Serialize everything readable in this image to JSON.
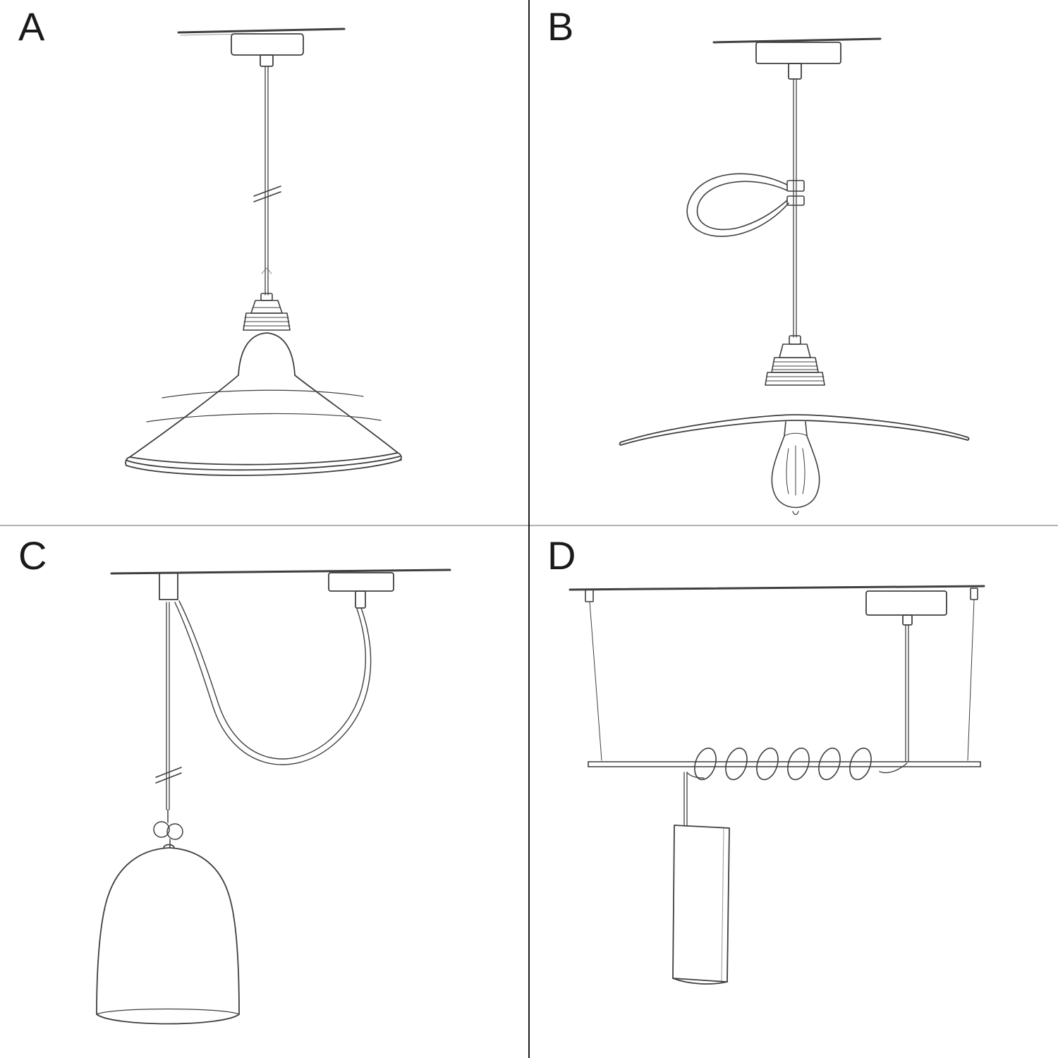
{
  "page": {
    "background": "#ffffff",
    "kind": "pendant-lamp-installation-sketch-grid"
  },
  "colors": {
    "ink": "#3f3f3f",
    "label": "#1a1a1a",
    "divider_vertical": "#1c1c1c",
    "divider_horizontal": "#b3b3b3",
    "page_bg": "#ffffff"
  },
  "panels": [
    {
      "id": "a",
      "label": "A",
      "sketch": "pendant-straight-drop-bistro-shade"
    },
    {
      "id": "b",
      "label": "B",
      "sketch": "pendant-cable-clip-loop-flat-plate-shade-bulb"
    },
    {
      "id": "c",
      "label": "C",
      "sketch": "swag-pendant-ceiling-hook-bell-dome-shade"
    },
    {
      "id": "d",
      "label": "D",
      "sketch": "pendant-bar-coiled-cable-tube-shade"
    }
  ]
}
